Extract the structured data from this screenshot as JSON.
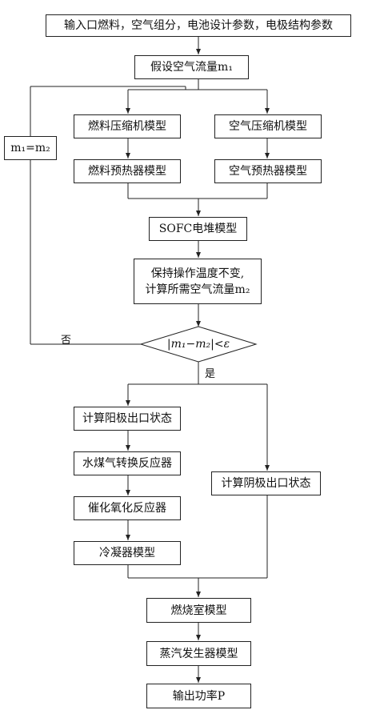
{
  "steps": {
    "input": "输入口燃料，空气组分，电池设计参数，电极结构参数",
    "assume_air": "假设空气流量m₁",
    "fuel_compressor": "燃料压缩机模型",
    "air_compressor": "空气压缩机模型",
    "fuel_preheater": "燃料预热器模型",
    "air_preheater": "空气预热器模型",
    "sofc_stack": "SOFC电堆模型",
    "keep_temp_line1": "保持操作温度不变,",
    "keep_temp_line2": "计算所需空气流量m₂",
    "decision": "|m₁−m₂|<ε",
    "update": "m₁=m₂",
    "anode_outlet": "计算阳极出口状态",
    "water_gas_shift": "水煤气转换反应器",
    "catalytic_oxidation": "催化氧化反应器",
    "condenser": "冷凝器模型",
    "cathode_outlet": "计算阴极出口状态",
    "combustor": "燃烧室模型",
    "steam_generator": "蒸汽发生器模型",
    "output_power": "输出功率P"
  },
  "labels": {
    "no": "否",
    "yes": "是"
  }
}
